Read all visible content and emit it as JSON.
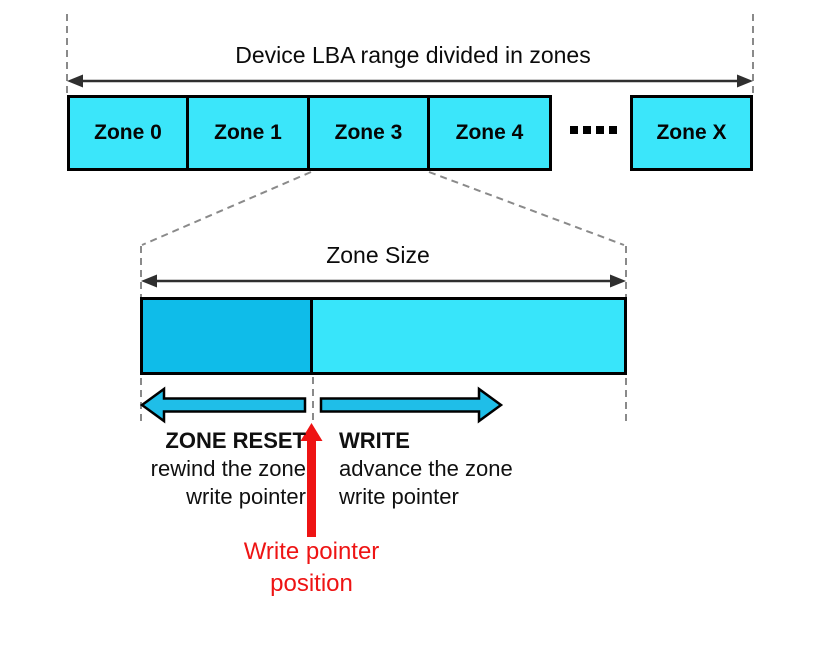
{
  "colors": {
    "zone_fill": "#3BE6FA",
    "written_fill": "#0FBCE9",
    "action_arrow_fill": "#1FBEE8",
    "pointer_red": "#EE1414",
    "measure_arrow_line": "#2F2F2F",
    "dashed_line": "#8A8A8A",
    "box_border": "#000000"
  },
  "device_row": {
    "title": "Device LBA range divided in zones",
    "zones": [
      "Zone 0",
      "Zone 1",
      "Zone 3",
      "Zone 4",
      "Zone X"
    ],
    "ellipsis_icon": "four-black-square-dots"
  },
  "zone_detail": {
    "size_label": "Zone Size"
  },
  "operations": {
    "reset": {
      "title": "ZONE RESET",
      "desc_line1": "rewind the zone",
      "desc_line2": "write pointer"
    },
    "write": {
      "title": "WRITE",
      "desc_line1": "advance the zone",
      "desc_line2": "write pointer"
    }
  },
  "write_pointer": {
    "label_line1": "Write pointer",
    "label_line2": "position"
  }
}
